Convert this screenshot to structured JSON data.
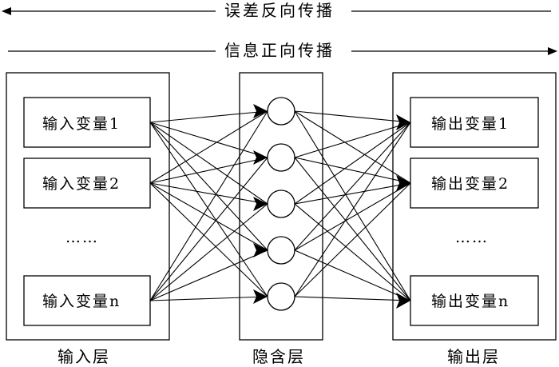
{
  "arrows": {
    "backward": "误差反向传播",
    "forward": "信息正向传播"
  },
  "input_layer": {
    "label": "输入层",
    "items": [
      "输入变量1",
      "输入变量2",
      "……",
      "输入变量n"
    ]
  },
  "hidden_layer": {
    "label": "隐含层",
    "node_count": 5
  },
  "output_layer": {
    "label": "输出层",
    "items": [
      "输出变量1",
      "输出变量2",
      "……",
      "输出变量n"
    ]
  },
  "colors": {
    "line": "#000000",
    "background": "#ffffff"
  }
}
